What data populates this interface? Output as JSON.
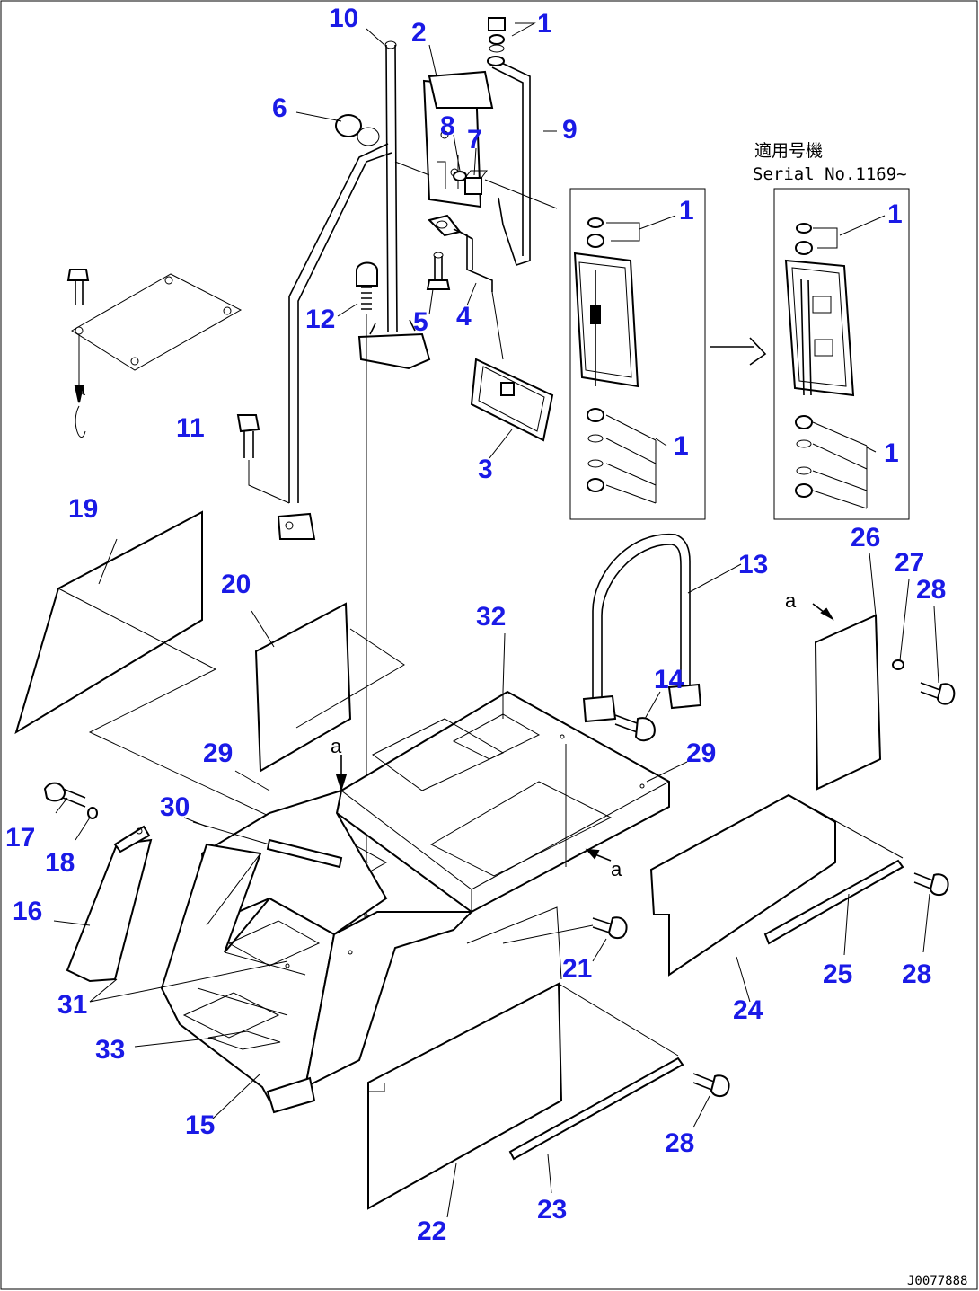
{
  "diagram": {
    "serial_label_jp": "適用号機",
    "serial_label": "Serial No.1169~",
    "reference_code": "J0077888",
    "direction_markers": [
      "a",
      "a",
      "a",
      "a"
    ],
    "callouts": [
      {
        "id": "c1a",
        "text": "1"
      },
      {
        "id": "c2",
        "text": "2"
      },
      {
        "id": "c3",
        "text": "3"
      },
      {
        "id": "c4",
        "text": "4"
      },
      {
        "id": "c5",
        "text": "5"
      },
      {
        "id": "c6",
        "text": "6"
      },
      {
        "id": "c7",
        "text": "7"
      },
      {
        "id": "c8",
        "text": "8"
      },
      {
        "id": "c9",
        "text": "9"
      },
      {
        "id": "c10",
        "text": "10"
      },
      {
        "id": "c11",
        "text": "11"
      },
      {
        "id": "c12",
        "text": "12"
      },
      {
        "id": "c1b",
        "text": "1"
      },
      {
        "id": "c1c",
        "text": "1"
      },
      {
        "id": "c1d",
        "text": "1"
      },
      {
        "id": "c1e",
        "text": "1"
      },
      {
        "id": "c13",
        "text": "13"
      },
      {
        "id": "c14",
        "text": "14"
      },
      {
        "id": "c15",
        "text": "15"
      },
      {
        "id": "c16",
        "text": "16"
      },
      {
        "id": "c17",
        "text": "17"
      },
      {
        "id": "c18",
        "text": "18"
      },
      {
        "id": "c19",
        "text": "19"
      },
      {
        "id": "c20",
        "text": "20"
      },
      {
        "id": "c21",
        "text": "21"
      },
      {
        "id": "c22",
        "text": "22"
      },
      {
        "id": "c23",
        "text": "23"
      },
      {
        "id": "c24",
        "text": "24"
      },
      {
        "id": "c25",
        "text": "25"
      },
      {
        "id": "c26",
        "text": "26"
      },
      {
        "id": "c27",
        "text": "27"
      },
      {
        "id": "c28a",
        "text": "28"
      },
      {
        "id": "c28b",
        "text": "28"
      },
      {
        "id": "c28c",
        "text": "28"
      },
      {
        "id": "c29a",
        "text": "29"
      },
      {
        "id": "c29b",
        "text": "29"
      },
      {
        "id": "c30",
        "text": "30"
      },
      {
        "id": "c31",
        "text": "31"
      },
      {
        "id": "c32",
        "text": "32"
      },
      {
        "id": "c33",
        "text": "33"
      }
    ]
  }
}
